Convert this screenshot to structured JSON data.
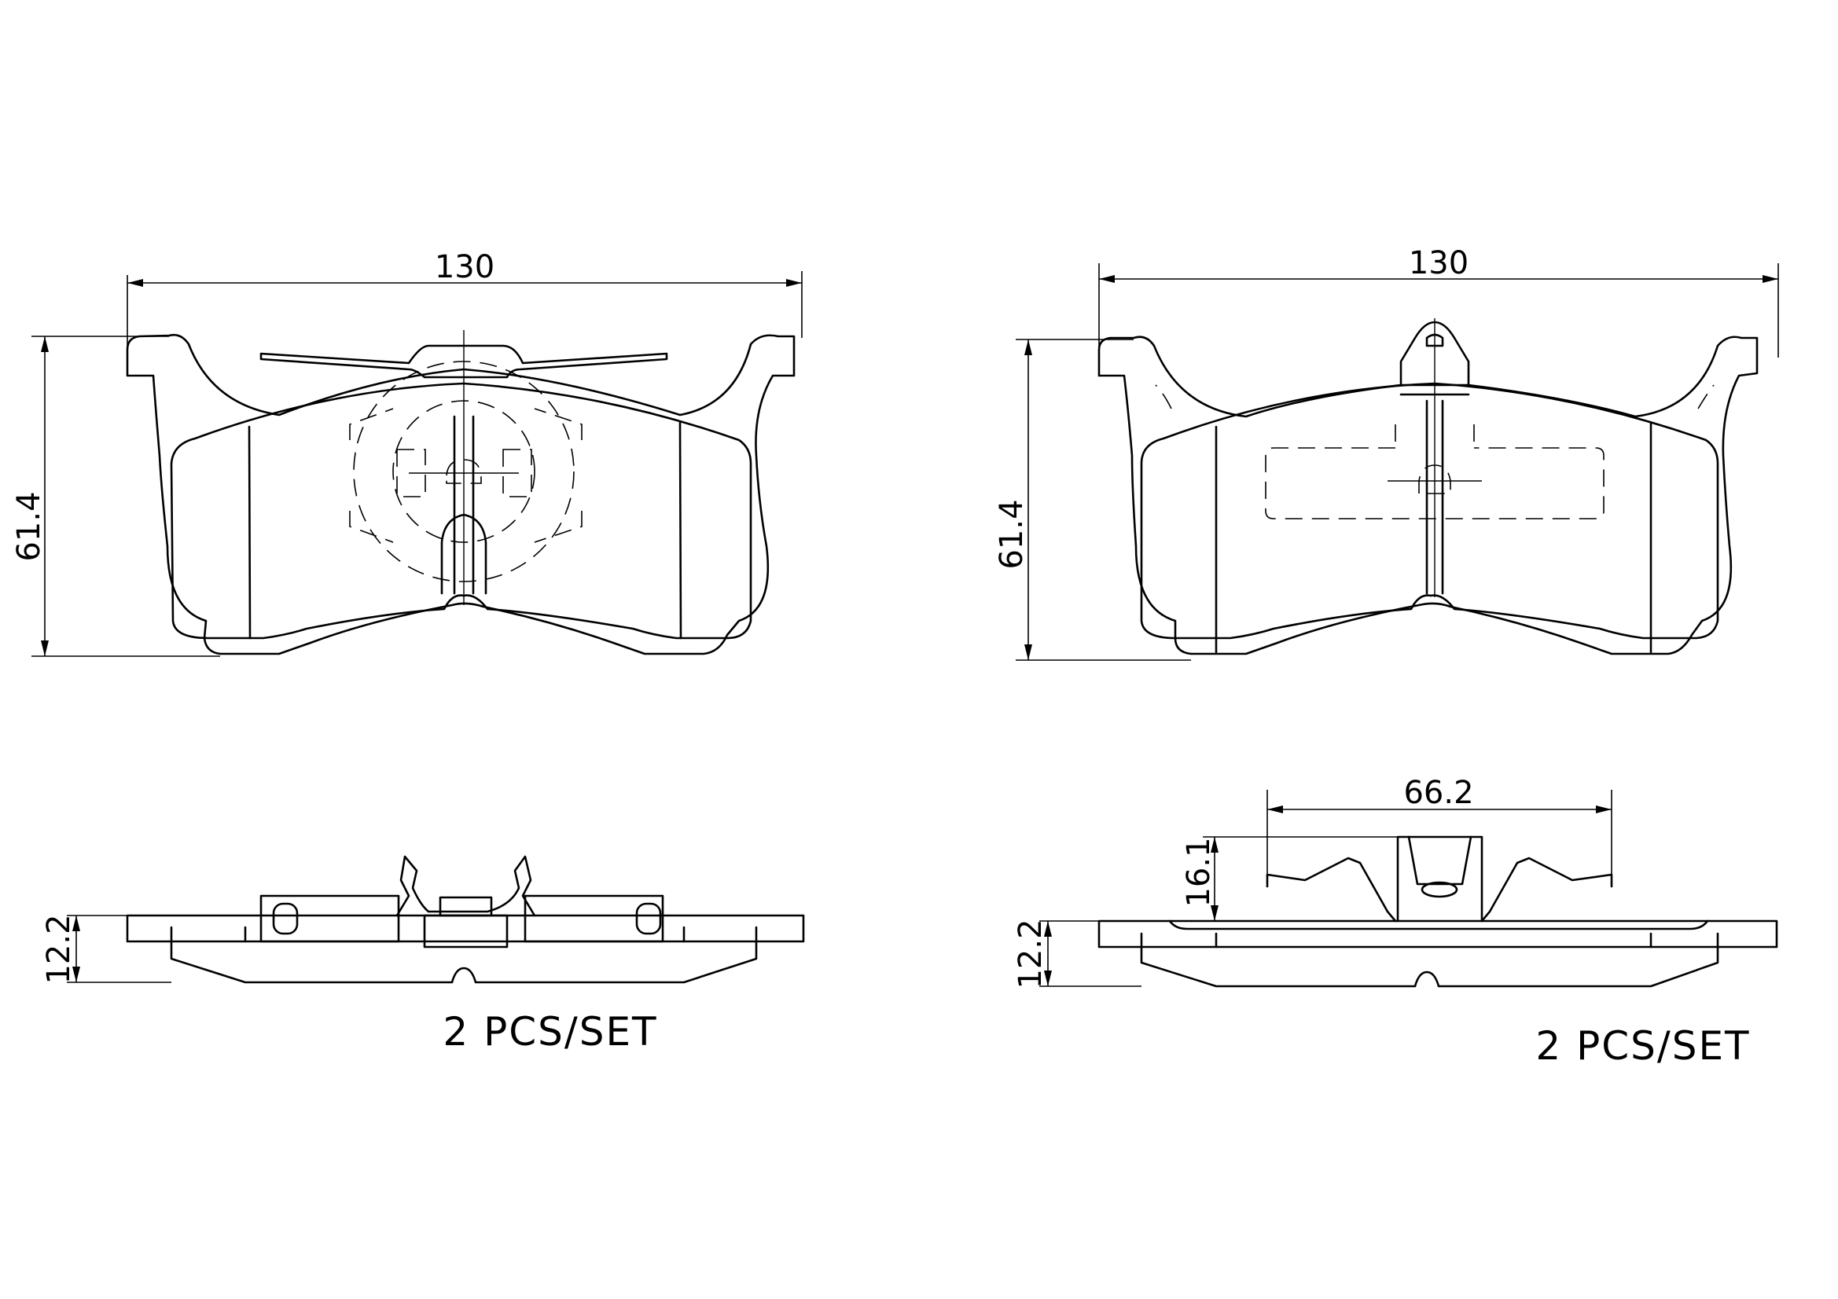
{
  "left_pad": {
    "width_label": "130",
    "height_label": "61.4",
    "side_thickness_label": "12.2",
    "caption": "2 PCS/SET"
  },
  "right_pad": {
    "width_label": "130",
    "height_label": "61.4",
    "clip_width_label": "66.2",
    "clip_height_label": "16.1",
    "side_thickness_label": "12.2",
    "caption": "2 PCS/SET"
  },
  "colors": {
    "line": "#000000",
    "background": "#ffffff"
  }
}
